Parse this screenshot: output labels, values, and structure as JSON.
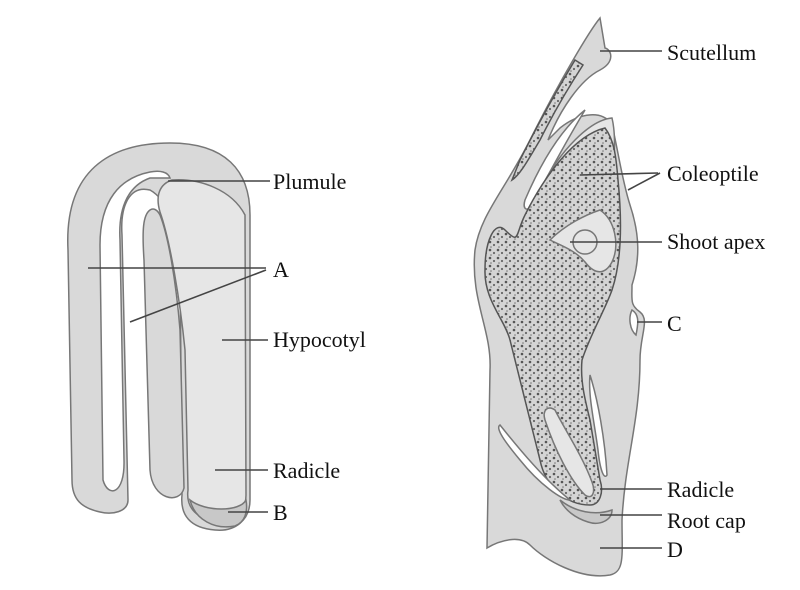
{
  "dicot_embryo": {
    "labels": {
      "plumule": "Plumule",
      "a": "A",
      "hypocotyl": "Hypocotyl",
      "radicle": "Radicle",
      "b": "B"
    }
  },
  "monocot_embryo": {
    "labels": {
      "scutellum": "Scutellum",
      "coleoptile": "Coleoptile",
      "shoot_apex": "Shoot apex",
      "c": "C",
      "radicle": "Radicle",
      "root_cap": "Root cap",
      "d": "D"
    }
  }
}
